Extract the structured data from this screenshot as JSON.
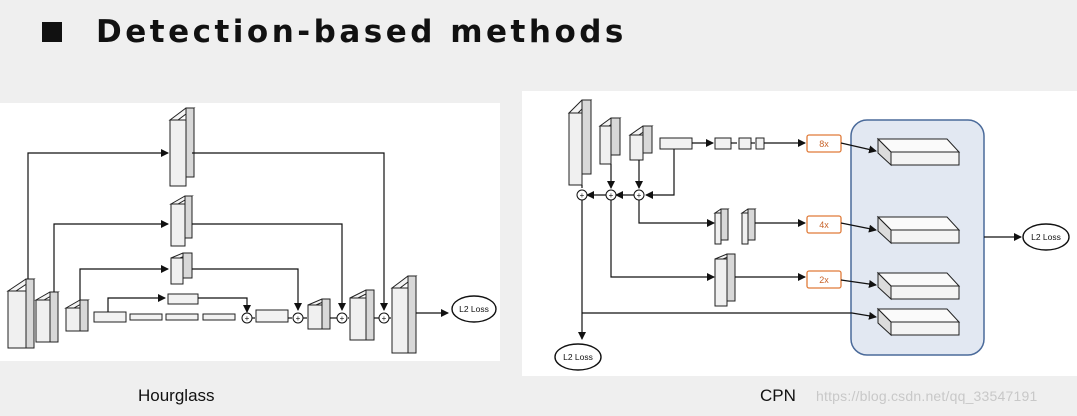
{
  "slide": {
    "title": "Detection-based methods"
  },
  "figures": {
    "hourglass": {
      "caption": "Hourglass",
      "loss_label": "L2 Loss",
      "plus": "+"
    },
    "cpn": {
      "caption": "CPN",
      "loss_label": "L2 Loss",
      "upsample": [
        "8x",
        "4x",
        "2x"
      ],
      "plus": "+"
    }
  },
  "watermark": "https://blog.csdn.net/qq_33547191",
  "colors": {
    "background": "#efefef",
    "panel": "#ffffff",
    "upsample_border": "#e07b39",
    "upsample_text": "#c8642a",
    "refine_box_fill": "#e2e8f2",
    "refine_box_border": "#4a6a9a"
  }
}
